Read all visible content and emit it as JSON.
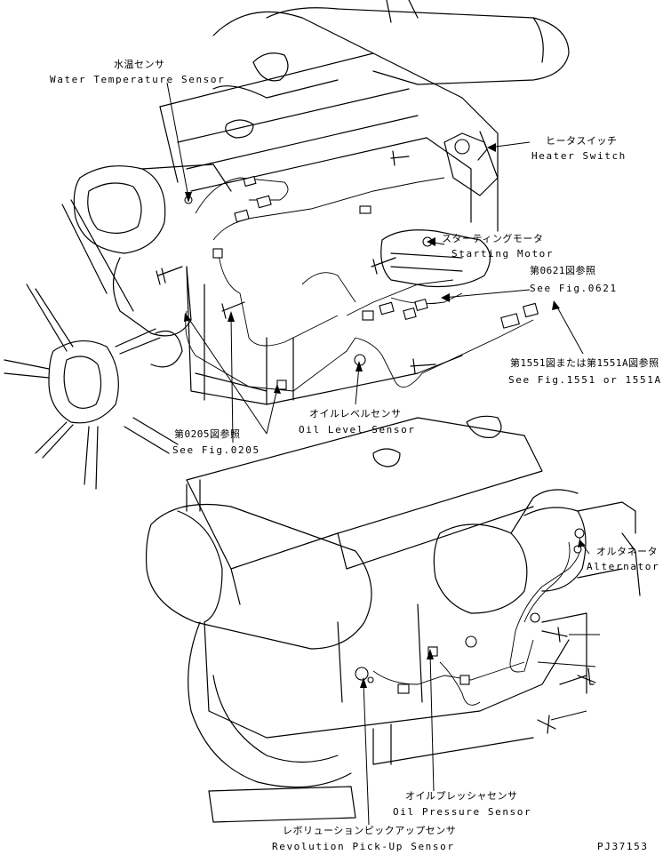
{
  "callouts": {
    "water_temp_jp": "水温センサ",
    "water_temp_en": "Water Temperature Sensor",
    "heater_switch_jp": "ヒータスイッチ",
    "heater_switch_en": "Heater Switch",
    "starting_motor_jp": "スターティングモータ",
    "starting_motor_en": "Starting Motor",
    "fig0621_jp": "第0621図参照",
    "fig0621_en": "See Fig.0621",
    "fig1551_jp": "第1551図または第1551A図参照",
    "fig1551_en": "See Fig.1551 or 1551A",
    "oil_level_jp": "オイルレベルセンサ",
    "oil_level_en": "Oil Level Sensor",
    "fig0205_jp": "第0205図参照",
    "fig0205_en": "See Fig.0205",
    "alternator_jp": "オルタネータ",
    "alternator_en": "Alternator",
    "oil_pressure_jp": "オイルプレッシャセンサ",
    "oil_pressure_en": "Oil Pressure Sensor",
    "revolution_jp": "レボリューションピックアップセンサ",
    "revolution_en": "Revolution Pick-Up Sensor"
  },
  "drawing_code": "PJ37153"
}
